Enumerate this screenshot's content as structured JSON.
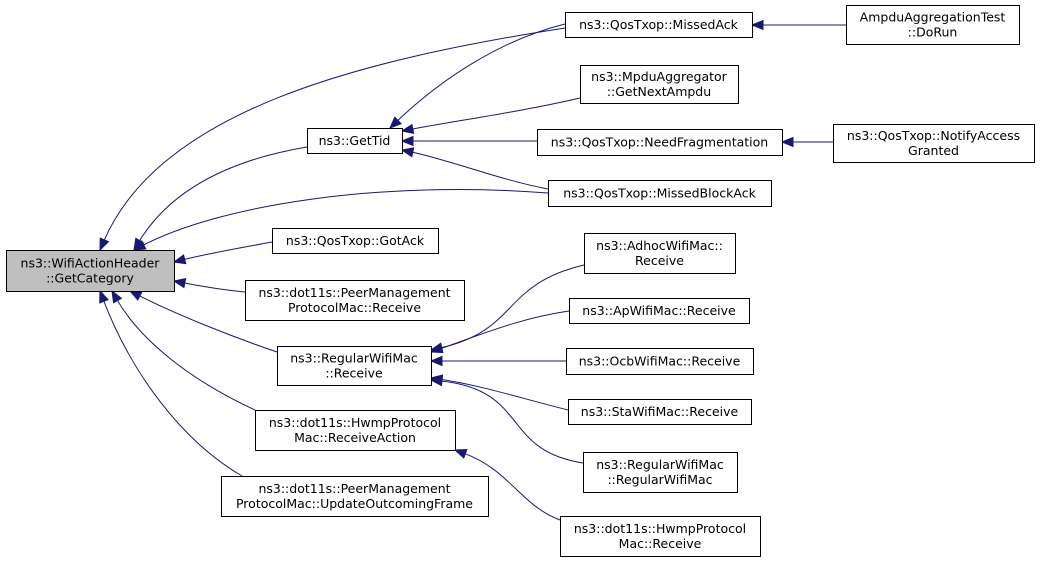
{
  "diagram": {
    "colors": {
      "edge": "#191970",
      "root_fill": "#bfbfbf",
      "node_fill": "#ffffff",
      "border": "#000000"
    },
    "nodes": {
      "root": {
        "lines": [
          "ns3::WifiActionHeader",
          "::GetCategory"
        ]
      },
      "gettid": {
        "lines": [
          "ns3::GetTid"
        ]
      },
      "missedack": {
        "lines": [
          "ns3::QosTxop::MissedAck"
        ]
      },
      "ampdutest": {
        "lines": [
          "AmpduAggregationTest",
          "::DoRun"
        ]
      },
      "mpduagg": {
        "lines": [
          "ns3::MpduAggregator",
          "::GetNextAmpdu"
        ]
      },
      "needfrag": {
        "lines": [
          "ns3::QosTxop::NeedFragmentation"
        ]
      },
      "notifyaccess": {
        "lines": [
          "ns3::QosTxop::NotifyAccess",
          "Granted"
        ]
      },
      "missedblockack": {
        "lines": [
          "ns3::QosTxop::MissedBlockAck"
        ]
      },
      "gotack": {
        "lines": [
          "ns3::QosTxop::GotAck"
        ]
      },
      "peermgmtrecv": {
        "lines": [
          "ns3::dot11s::PeerManagement",
          "ProtocolMac::Receive"
        ]
      },
      "regularrecv": {
        "lines": [
          "ns3::RegularWifiMac",
          "::Receive"
        ]
      },
      "adhocrecv": {
        "lines": [
          "ns3::AdhocWifiMac::",
          "Receive"
        ]
      },
      "aprecv": {
        "lines": [
          "ns3::ApWifiMac::Receive"
        ]
      },
      "ocbrecv": {
        "lines": [
          "ns3::OcbWifiMac::Receive"
        ]
      },
      "starecv": {
        "lines": [
          "ns3::StaWifiMac::Receive"
        ]
      },
      "regularctor": {
        "lines": [
          "ns3::RegularWifiMac",
          "::RegularWifiMac"
        ]
      },
      "hwmpaction": {
        "lines": [
          "ns3::dot11s::HwmpProtocol",
          "Mac::ReceiveAction"
        ]
      },
      "hwmprecv": {
        "lines": [
          "ns3::dot11s::HwmpProtocol",
          "Mac::Receive"
        ]
      },
      "peermgmtupdate": {
        "lines": [
          "ns3::dot11s::PeerManagement",
          "ProtocolMac::UpdateOutcomingFrame"
        ]
      }
    },
    "edges": [
      {
        "from": "gettid",
        "to": "root"
      },
      {
        "from": "missedack",
        "to": "root"
      },
      {
        "from": "missedblockack",
        "to": "root"
      },
      {
        "from": "gotack",
        "to": "root"
      },
      {
        "from": "peermgmtrecv",
        "to": "root"
      },
      {
        "from": "regularrecv",
        "to": "root"
      },
      {
        "from": "hwmpaction",
        "to": "root"
      },
      {
        "from": "peermgmtupdate",
        "to": "root"
      },
      {
        "from": "missedack",
        "to": "gettid"
      },
      {
        "from": "mpduagg",
        "to": "gettid"
      },
      {
        "from": "needfrag",
        "to": "gettid"
      },
      {
        "from": "missedblockack",
        "to": "gettid"
      },
      {
        "from": "ampdutest",
        "to": "missedack"
      },
      {
        "from": "notifyaccess",
        "to": "needfrag"
      },
      {
        "from": "adhocrecv",
        "to": "regularrecv"
      },
      {
        "from": "aprecv",
        "to": "regularrecv"
      },
      {
        "from": "ocbrecv",
        "to": "regularrecv"
      },
      {
        "from": "starecv",
        "to": "regularrecv"
      },
      {
        "from": "regularctor",
        "to": "regularrecv"
      },
      {
        "from": "hwmprecv",
        "to": "hwmpaction"
      }
    ]
  }
}
